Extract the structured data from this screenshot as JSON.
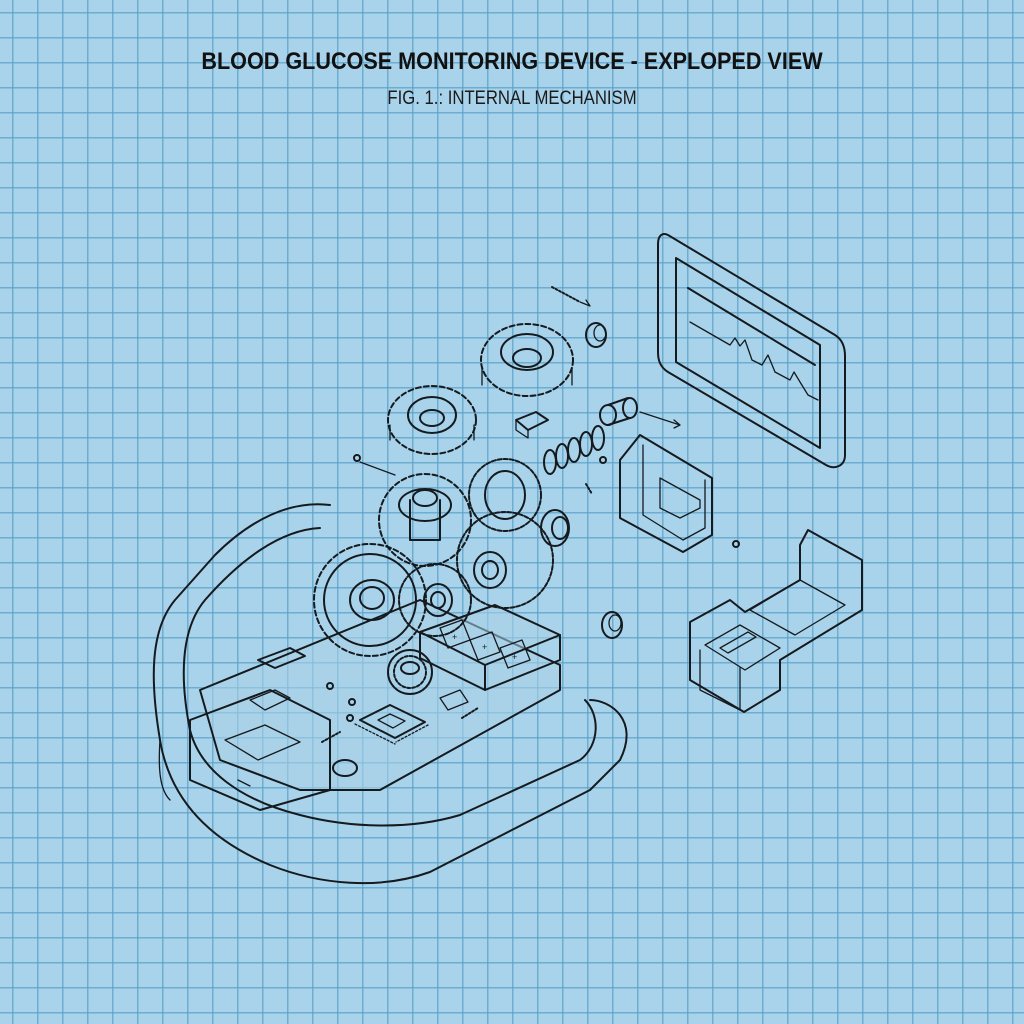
{
  "figure": {
    "title": "BLOOD GLUCOSE MONITORING DEVICE - EXPLOPED VIEW",
    "subtitle": "FIG. 1.: INTERNAL MECHANISM"
  },
  "background": {
    "style": "blueprint-grid",
    "paper_color": "#a9d3ea",
    "grid_color": "#5aa0c8",
    "line_color": "#151a1e"
  },
  "components": [
    {
      "id": "display-screen",
      "label": "display screen with glucose trace waveform"
    },
    {
      "id": "spring-small",
      "label": "coil spring"
    },
    {
      "id": "bushing-top",
      "label": "ring bushing"
    },
    {
      "id": "gear-upper-right",
      "label": "spur gear"
    },
    {
      "id": "gear-upper-left",
      "label": "spur gear"
    },
    {
      "id": "switch-part",
      "label": "micro switch"
    },
    {
      "id": "sleeve",
      "label": "cylindrical sleeve"
    },
    {
      "id": "spring-large",
      "label": "compression spring"
    },
    {
      "id": "bracket-frame",
      "label": "inner bracket frame"
    },
    {
      "id": "strip-port-housing",
      "label": "test strip port housing"
    },
    {
      "id": "gear-train",
      "label": "central gear train"
    },
    {
      "id": "bushing-bottom",
      "label": "ring bushing"
    },
    {
      "id": "battery-pack",
      "label": "battery compartment"
    },
    {
      "id": "circuit-board",
      "label": "printed circuit board with chip"
    },
    {
      "id": "base-housing",
      "label": "rounded device base housing"
    }
  ]
}
